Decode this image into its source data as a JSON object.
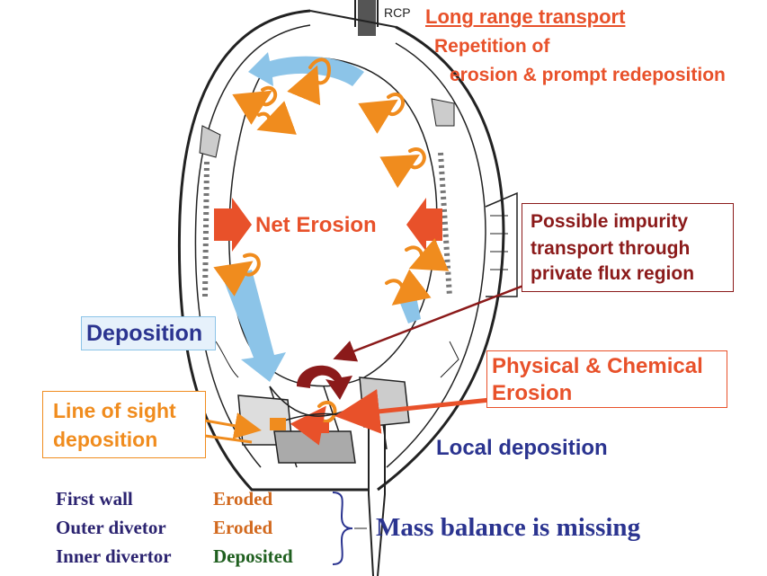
{
  "probe_label": "RCP",
  "long_range": {
    "title": "Long range transport",
    "line1": "Repetition of",
    "line2": "erosion & prompt redeposition"
  },
  "net_erosion": "Net Erosion",
  "deposition": "Deposition",
  "impurity": {
    "line1": "Possible impurity",
    "line2": "transport through",
    "line3": "private flux region"
  },
  "phys_chem": {
    "line1": "Physical & Chemical",
    "line2": "Erosion"
  },
  "line_of_sight": {
    "line1": "Line of sight",
    "line2": "deposition"
  },
  "local_deposition": "Local deposition",
  "balance": {
    "rows": [
      {
        "component": "First wall",
        "status": "Eroded"
      },
      {
        "component": "Outer divetor",
        "status": "Eroded"
      },
      {
        "component": "Inner divertor",
        "status": "Deposited"
      }
    ],
    "conclusion": "Mass balance is missing"
  },
  "colors": {
    "orange_red": "#e8512a",
    "orange": "#f08c1e",
    "dark_red": "#8b1a1a",
    "navy": "#2b3490",
    "light_blue": "#8cc4e8",
    "dark_green": "#1f5f1f"
  }
}
